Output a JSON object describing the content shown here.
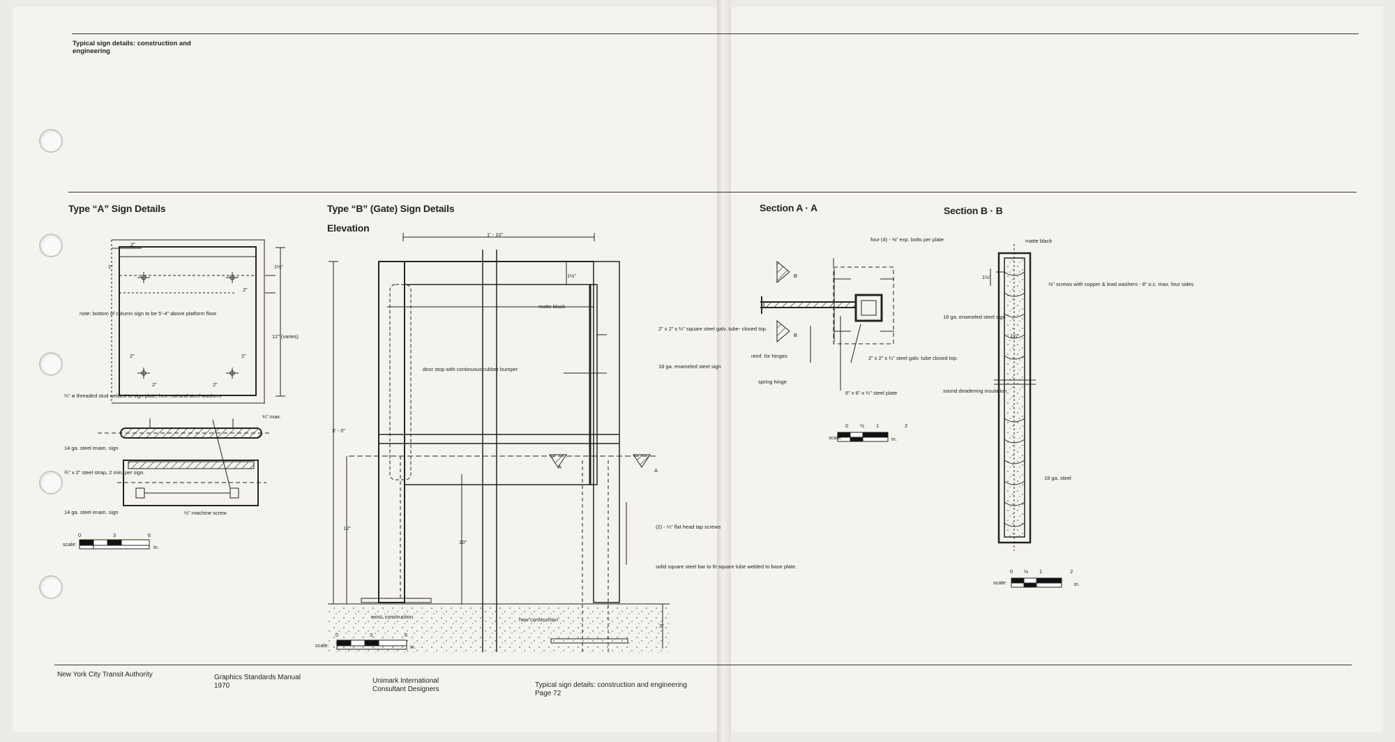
{
  "header": {
    "title": "Typical sign details: construction and engineering"
  },
  "sections": {
    "type_a": "Type “A” Sign Details",
    "type_b": "Type “B” (Gate) Sign Details",
    "elevation": "Elevation",
    "section_aa": "Section A · A",
    "section_bb": "Section B · B"
  },
  "type_a_notes": {
    "note": "note: bottom of column sign to be 5’-4” above platform floor.",
    "stud": "¼” ø threaded stud welded to sign plate, hex. nut and steel washers",
    "max": "¼” max.",
    "enam1": "14 ga. steel enam. sign",
    "strap": "¾” x 2” steel strap, 2 min. per sign.",
    "enam2": "14 ga. steel enam. sign",
    "screw": "¼” machine screw",
    "dim_2a": "2”",
    "dim_2b": "2”",
    "dim_2c": "2”",
    "dim_2d": "2”",
    "dim_2e": "2”",
    "dim_2f": "2”",
    "dim_2g": "2”",
    "dim_1_5": "1½”",
    "dim_12v": "12” (varies)"
  },
  "type_b_notes": {
    "width": "1’ - 10”",
    "matte": "matte black",
    "tube": "2” x 2” x ¼” square steel galv. tube- closed top.",
    "enam": "18 ga. enameled steel sign",
    "door": "door stop with continuous rubber bumper",
    "flat": "(2) - ¼” flat head tap screws",
    "bar": "solid square steel bar to fit square tube welded to base plate.",
    "exist": "exist. construction",
    "new": "new construction",
    "h30": "3’ - 0”",
    "h12": "12”",
    "h10": "10”",
    "h3": "3”",
    "h1_5": "1½”",
    "a": "A"
  },
  "section_aa_notes": {
    "bolts": "four (4) - ⅜” exp. bolts per plate",
    "reinf": "reinf. for hinges",
    "spring": "spring hinge",
    "tube": "2” x 2” x ¼” steel galv. tube closed top.",
    "plate": "6” x 6” x ¼” steel plate",
    "b": "B"
  },
  "section_bb_notes": {
    "matte": "matte black",
    "screws": "⅛” screws with copper & lead washers - 8” o.c. max. four sides",
    "sign": "18 ga. enameled steel sign",
    "sound": "sound deadening insulation",
    "steel": "18 ga. steel",
    "dim_1_5": "1½”",
    "dim_1_25": "1¼”"
  },
  "scales": {
    "a": {
      "label": "scale:",
      "unit": "in.",
      "ticks": [
        "0",
        "3",
        "6"
      ]
    },
    "b": {
      "label": "scale:",
      "unit": "in.",
      "ticks": [
        "0",
        "3",
        "6"
      ]
    },
    "aa": {
      "label": "scale:",
      "unit": "in.",
      "ticks": [
        "0",
        "½",
        "1",
        "2"
      ]
    },
    "bb": {
      "label": "scale:",
      "unit": "in.",
      "ticks": [
        "0",
        "½",
        "1",
        "2"
      ]
    }
  },
  "footer": {
    "col1": "New York City Transit Authority",
    "col2": "Graphics Standards Manual\n1970",
    "col3": "Unimark International\nConsultant Designers",
    "col4": "Typical sign details: construction and engineering\nPage 72"
  }
}
